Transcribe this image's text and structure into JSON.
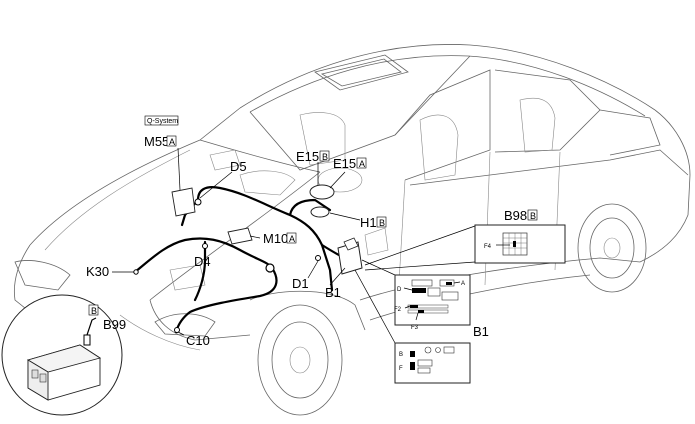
{
  "labels": {
    "q_system": "Q-System",
    "m55": "M55",
    "m55_tag": "A",
    "d5": "D5",
    "e15b": "E15",
    "e15b_tag": "B",
    "e15a": "E15",
    "e15a_tag": "A",
    "h1": "H1",
    "h1_tag": "B",
    "m10": "M10",
    "m10_tag": "A",
    "d4": "D4",
    "k30": "K30",
    "d1": "D1",
    "b1": "B1",
    "b99": "B99",
    "b99_tag": "B",
    "c10": "C10",
    "b98": "B98",
    "b98_tag": "B",
    "f4": "F4",
    "fuse_d": "D",
    "fuse_a": "A",
    "fuse_f2": "F2",
    "fuse_f3": "F3",
    "fuse_b1": "B1",
    "fuse_b": "B",
    "fuse_f": "F"
  },
  "colors": {
    "harness": "#000000",
    "body": "#666666"
  }
}
